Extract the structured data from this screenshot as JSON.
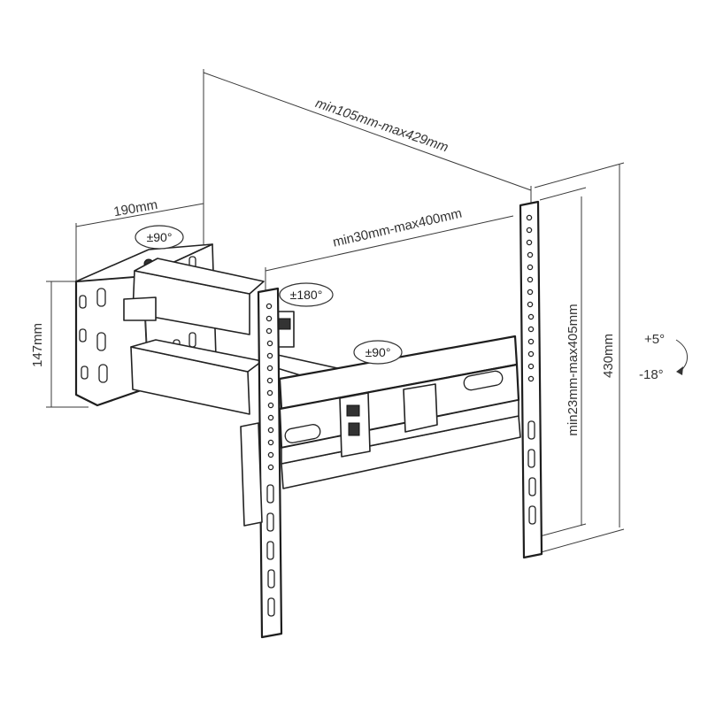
{
  "dimensions": {
    "depth_range": "min105mm-max429mm",
    "wall_plate_depth": "190mm",
    "arm_span": "min30mm-max400mm",
    "wall_plate_height": "147mm",
    "vesa_height_range": "min23mm-max405mm",
    "tv_bracket_height": "430mm"
  },
  "rotations": {
    "wall_swivel": "±90°",
    "center_swivel": "±180°",
    "tv_swivel": "±90°"
  },
  "tilt": {
    "up": "+5°",
    "down": "-18°"
  }
}
